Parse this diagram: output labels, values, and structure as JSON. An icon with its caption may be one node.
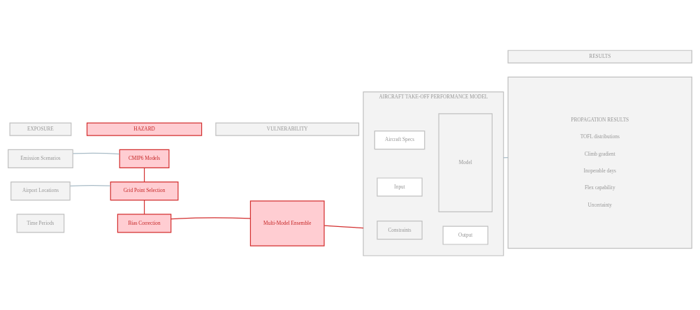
{
  "diagram": {
    "nodes": [
      {
        "text": [
          "EXPOSURE"
        ]
      },
      {
        "text": [
          "HAZARD"
        ]
      },
      {
        "text": [
          "VULNERABILITY"
        ]
      },
      {
        "text": [
          "RESULTS"
        ]
      },
      {
        "text": [
          "Emission Scenarios"
        ]
      },
      {
        "text": [
          "CMIP6 Models"
        ]
      },
      {
        "text": [
          "Airport Locations"
        ]
      },
      {
        "text": [
          "Grid Point Selection"
        ]
      },
      {
        "text": [
          "Time Periods"
        ]
      },
      {
        "text": [
          "Bias Correction"
        ]
      },
      {
        "text": [
          "Multi-Model Ensemble"
        ]
      },
      {
        "text": [
          "AIRCRAFT TAKE-OFF PERFORMANCE MODEL"
        ]
      },
      {
        "text": [
          "Aircraft Specs"
        ],
        "in": 11
      },
      {
        "text": [
          "Input"
        ],
        "in": 11
      },
      {
        "text": [
          "Constraints"
        ],
        "in": 11
      },
      {
        "text": [
          "Model"
        ],
        "in": 11
      },
      {
        "text": [
          "Output"
        ],
        "in": 11
      },
      {
        "text": [
          "PROPAGATION RESULTS",
          "TOFL distributions",
          "Climb gradient",
          "Inoperable days",
          "Flex capability",
          "Uncertainty"
        ]
      }
    ],
    "edges": [
      {
        "from": 4,
        "to": 5,
        "arrow": "none",
        "color": "#a9bcc7"
      },
      {
        "from": 6,
        "to": 7,
        "arrow": "none",
        "color": "#a9bcc7"
      },
      {
        "from": 5,
        "to": 7,
        "arrow": "none"
      },
      {
        "from": 7,
        "to": 9,
        "arrow": "none"
      },
      {
        "from": 9,
        "to": 10,
        "arrow": "none"
      },
      {
        "from": 10,
        "to": 11,
        "arrow": "none"
      },
      {
        "from": 11,
        "to": 17,
        "arrow": "none",
        "color": "#a9bcc7"
      }
    ]
  }
}
